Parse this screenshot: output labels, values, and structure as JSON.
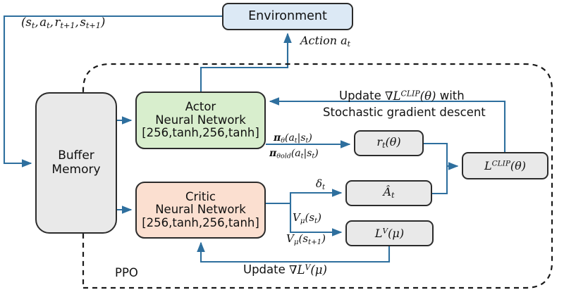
{
  "diagram": {
    "title": "PPO actor-critic architecture block diagram",
    "boundary_label": "PPO",
    "colors": {
      "environment_fill": "#dce9f5",
      "buffer_fill": "#e9e9e9",
      "actor_fill": "#d8eecd",
      "critic_fill": "#fbdfd0",
      "generic_fill": "#e9e9e9",
      "node_stroke": "#2b2b2b",
      "arrow_stroke": "#2e6f9e",
      "dashed_stroke": "#1a1a1a"
    }
  },
  "nodes": {
    "environment": {
      "label": "Environment"
    },
    "buffer": {
      "line1": "Buffer",
      "line2": "Memory"
    },
    "actor": {
      "line1": "Actor",
      "line2": "Neural Network",
      "line3": "[256,tanh,256,tanh]"
    },
    "critic": {
      "line1": "Critic",
      "line2": "Neural Network",
      "line3": "[256,tanh,256,tanh]"
    },
    "ratio": {
      "label": "r_t(θ)"
    },
    "advantage": {
      "label": "Â_t"
    },
    "value_loss": {
      "label": "L^V(μ)"
    },
    "clip_loss": {
      "label": "L^CLIP(θ)"
    }
  },
  "labels": {
    "trajectory": "(s_t, a_t, r_{t+1}, s_{t+1})",
    "action": "Action a_t",
    "pi_numerator": "π_θ(a_t|s_t)",
    "pi_denominator": "π_θold(a_t|s_t)",
    "delta": "δ_t",
    "v_st": "V_μ(s_t)",
    "v_st1": "V_μ(s_{t+1})",
    "update_clip_line1": "Update ∇L^CLIP(θ) with",
    "update_clip_line2": "Stochastic gradient descent",
    "update_value": "Update ∇L^V(μ)",
    "ppo": "PPO"
  }
}
